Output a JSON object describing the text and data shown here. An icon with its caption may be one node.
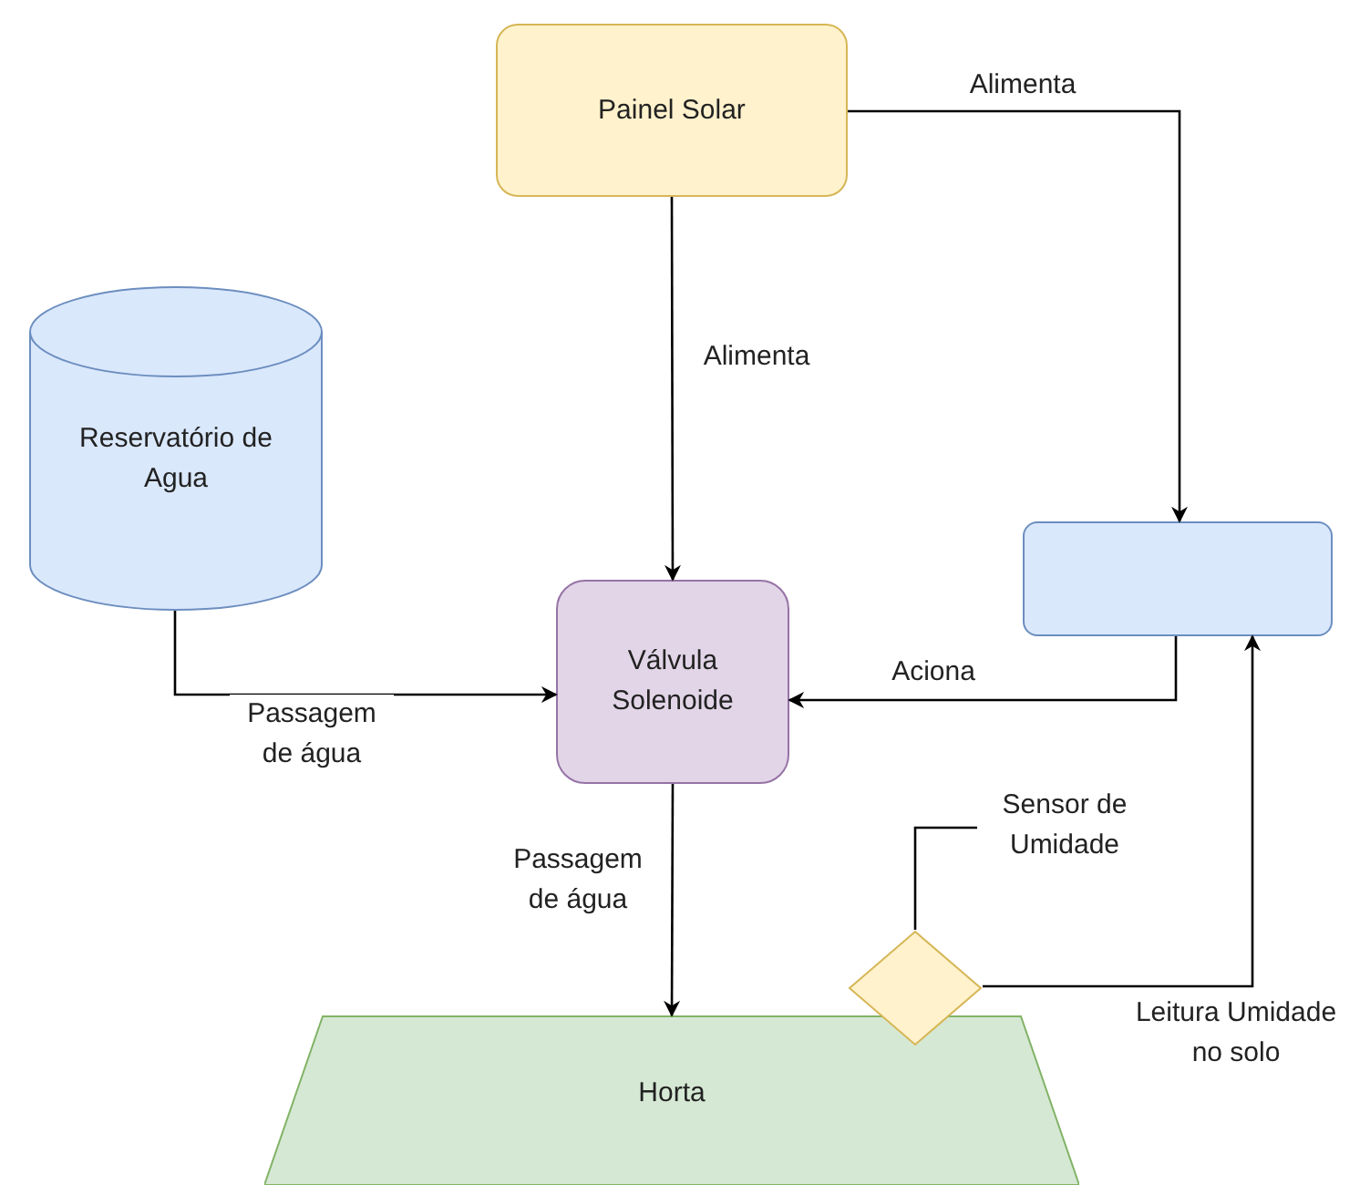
{
  "diagram": {
    "nodes": [
      {
        "text": [
          "Painel Solar"
        ]
      },
      {
        "text": [
          "Reservatório de Agua"
        ]
      },
      {
        "text": [],
        "shape": "box"
      },
      {
        "text": [
          "Válvula Solenoide"
        ]
      },
      {
        "text": [
          "Sensor de Umidade"
        ]
      },
      {
        "text": [],
        "shape": "diamond"
      },
      {
        "text": [
          "Horta"
        ]
      }
    ],
    "edges": [
      {
        "from": 0,
        "to": 3,
        "arrow": "to",
        "label": "Alimenta"
      },
      {
        "from": 0,
        "to": 2,
        "arrow": "to",
        "label": "Alimenta"
      },
      {
        "from": 1,
        "to": 3,
        "arrow": "to",
        "label": "Passagem de água"
      },
      {
        "from": 2,
        "to": 3,
        "arrow": "to",
        "label": "Aciona"
      },
      {
        "from": 3,
        "to": 6,
        "arrow": "to",
        "label": "Passagem de água"
      },
      {
        "from": 4,
        "to": 5,
        "arrow": "none"
      },
      {
        "from": 5,
        "to": 2,
        "arrow": "to",
        "label": "Leitura Umidade no solo"
      }
    ]
  }
}
